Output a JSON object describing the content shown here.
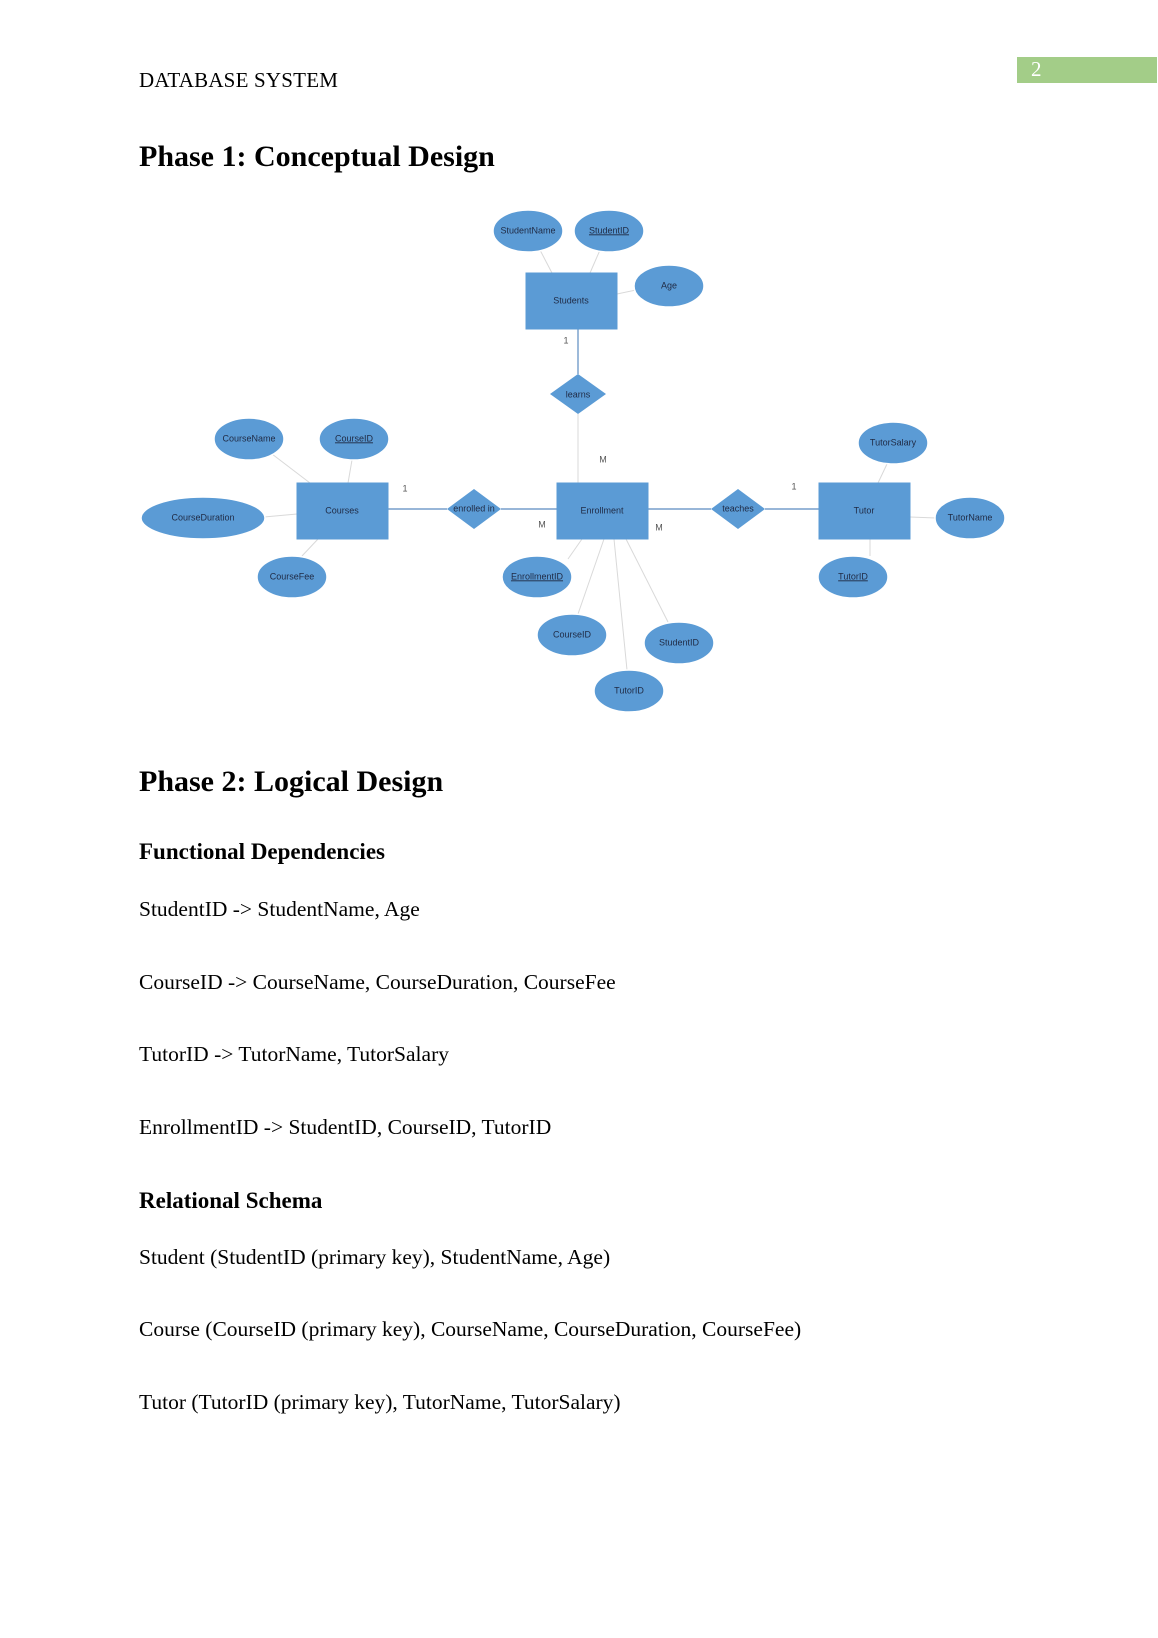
{
  "header": {
    "title": "DATABASE SYSTEM",
    "page_number": "2"
  },
  "phase1": {
    "heading": "Phase 1: Conceptual Design",
    "diagram": {
      "entities": {
        "students": "Students",
        "courses": "Courses",
        "enrollment": "Enrollment",
        "tutor": "Tutor"
      },
      "relationships": {
        "learns": "learns",
        "enrolled_in": "enrolled in",
        "teaches": "teaches"
      },
      "attributes": {
        "student_name": "StudentName",
        "student_id": "StudentID",
        "age": "Age",
        "course_name": "CourseName",
        "course_id": "CourseID",
        "course_duration": "CourseDuration",
        "course_fee": "CourseFee",
        "tutor_salary": "TutorSalary",
        "tutor_name": "TutorName",
        "tutor_id": "TutorID",
        "enrollment_id": "EnrollmentID",
        "enr_course_id": "CourseID",
        "enr_student_id": "StudentID",
        "enr_tutor_id": "TutorID"
      },
      "cardinalities": {
        "students_learns": "1",
        "learns_enrollment": "M",
        "courses_enrolled": "1",
        "enrolled_enrollment": "M",
        "enrollment_teaches": "M",
        "teaches_tutor": "1"
      }
    }
  },
  "phase2": {
    "heading": "Phase 2: Logical Design",
    "fd_heading": "Functional Dependencies",
    "fds": [
      "StudentID -> StudentName, Age",
      "CourseID -> CourseName, CourseDuration, CourseFee",
      "TutorID -> TutorName, TutorSalary",
      "EnrollmentID -> StudentID, CourseID, TutorID"
    ],
    "schema_heading": "Relational Schema",
    "schemas": [
      "Student (StudentID (primary key), StudentName, Age)",
      "Course (CourseID (primary key), CourseName, CourseDuration, CourseFee)",
      "Tutor (TutorID (primary key), TutorName, TutorSalary)"
    ]
  }
}
